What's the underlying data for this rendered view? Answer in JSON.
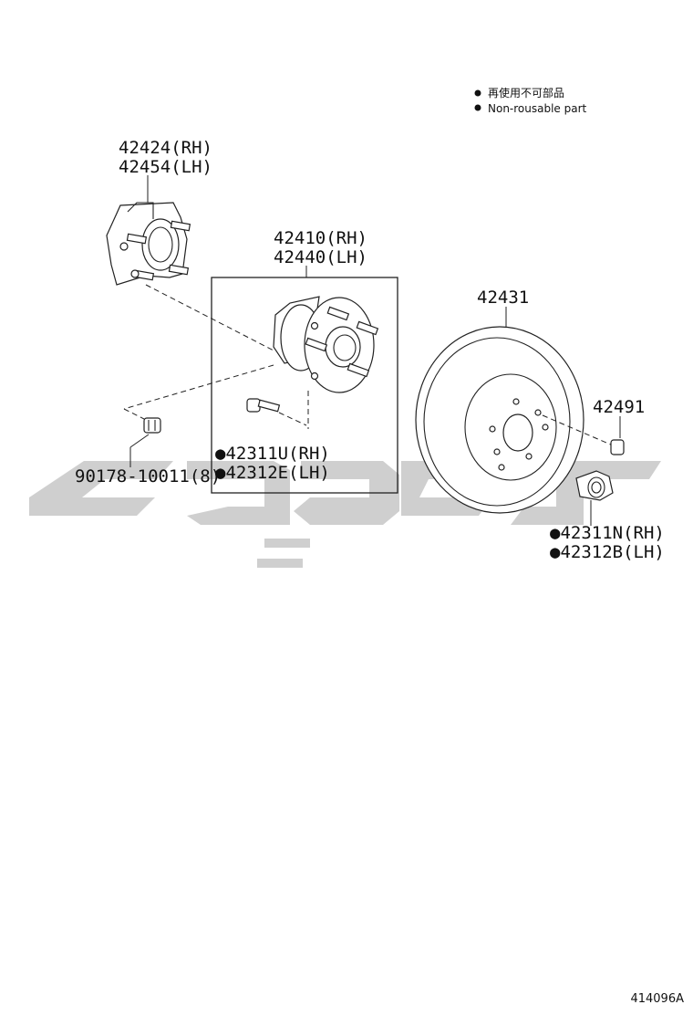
{
  "legend": {
    "bullet_ja": "再使用不可部品",
    "bullet_en": "Non-rousable part"
  },
  "watermark": {
    "color": "#cfcfcf",
    "type": "logo"
  },
  "parts": {
    "knuckle": {
      "rh": "42424(RH)",
      "lh": "42454(LH)"
    },
    "hub_bearing": {
      "rh": "42410(RH)",
      "lh": "42440(LH)"
    },
    "disc": {
      "label": "42431"
    },
    "plug": {
      "label": "42491"
    },
    "knuckle_bolt": {
      "label": "90178-10011(8)"
    },
    "hub_bolt": {
      "rh": "●42311U(RH)",
      "lh": "●42312E(LH)"
    },
    "wheel_nut": {
      "rh": "●42311N(RH)",
      "lh": "●42312B(LH)"
    }
  },
  "diagram_code": "414096A"
}
